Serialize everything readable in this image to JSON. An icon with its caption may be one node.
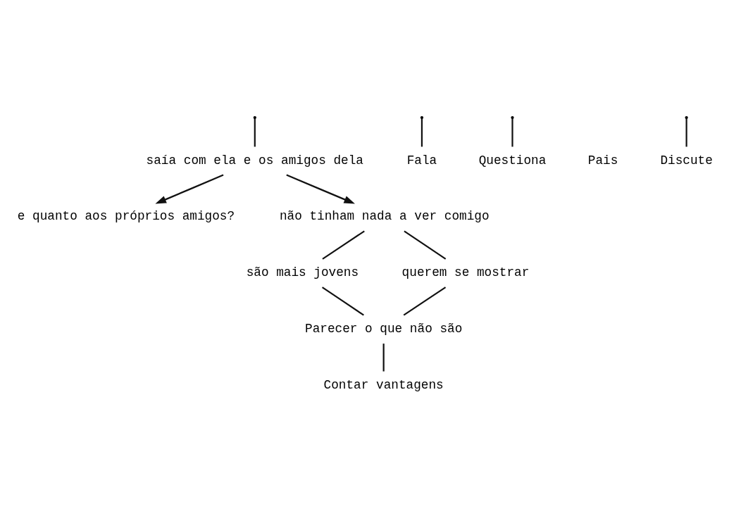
{
  "diagram": {
    "nodes": [
      {
        "text": [
          "saía com ela e os amigos dela"
        ]
      },
      {
        "text": [
          "e quanto aos próprios amigos?"
        ]
      },
      {
        "text": [
          "não tinham nada a ver comigo"
        ]
      },
      {
        "text": [
          "são mais jovens"
        ]
      },
      {
        "text": [
          "querem se mostrar"
        ]
      },
      {
        "text": [
          "Parecer o que não são"
        ]
      },
      {
        "text": [
          "Contar vantagens"
        ]
      },
      {
        "text": [
          "Fala"
        ]
      },
      {
        "text": [
          "Questiona"
        ]
      },
      {
        "text": [
          "Discute"
        ]
      }
    ],
    "edges": [
      {
        "from": null,
        "to": 0,
        "arrow": "none"
      },
      {
        "from": 0,
        "to": 1,
        "arrow": "to"
      },
      {
        "from": 0,
        "to": 2,
        "arrow": "to"
      },
      {
        "from": 2,
        "to": 3,
        "arrow": "none"
      },
      {
        "from": 2,
        "to": 4,
        "arrow": "none"
      },
      {
        "from": 3,
        "to": 5,
        "arrow": "none"
      },
      {
        "from": 4,
        "to": 5,
        "arrow": "none"
      },
      {
        "from": 5,
        "to": 6,
        "arrow": "none"
      },
      {
        "from": null,
        "to": 7,
        "arrow": "none"
      },
      {
        "from": null,
        "to": 8,
        "arrow": "none"
      },
      {
        "from": null,
        "to": 9,
        "arrow": "none"
      }
    ],
    "labels": [
      "Pais"
    ]
  }
}
